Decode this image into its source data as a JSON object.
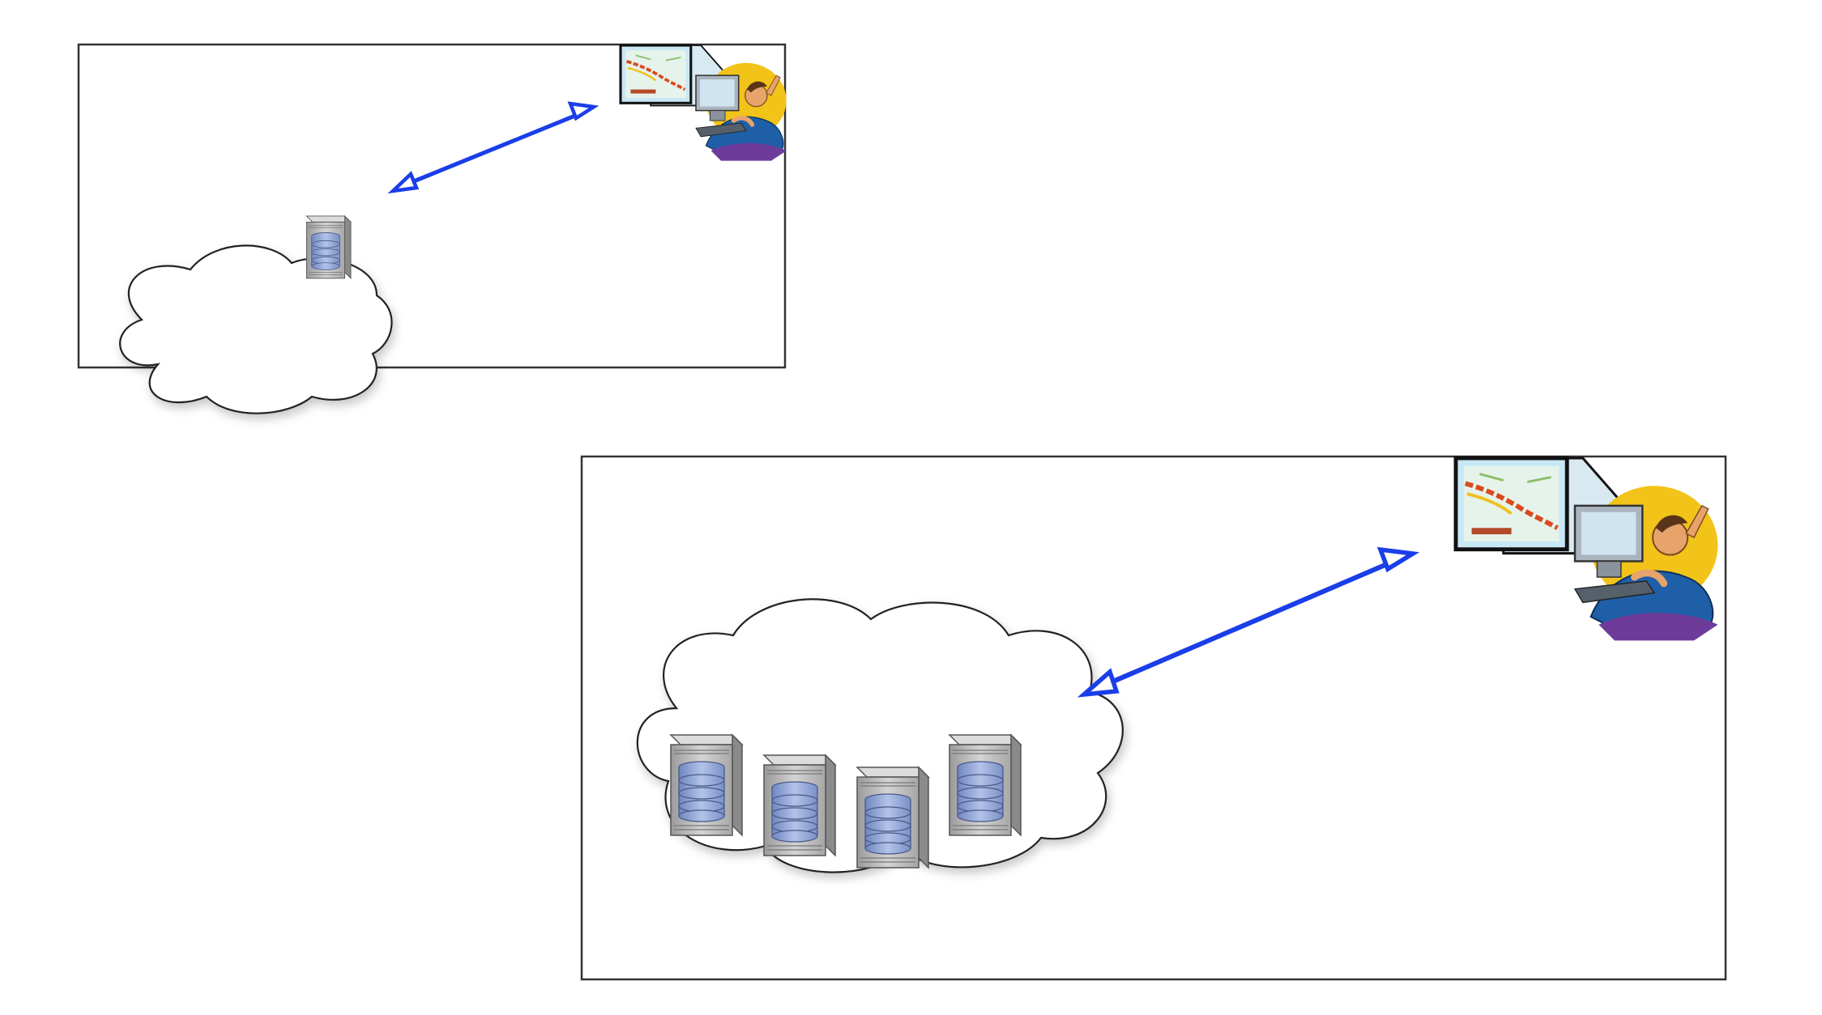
{
  "diagram": {
    "panels": [
      {
        "name": "single-server-panel",
        "server_count": 1
      },
      {
        "name": "server-cluster-panel",
        "server_count": 4
      }
    ],
    "colors": {
      "arrow": "#1a3ee8",
      "frame": "#333333",
      "cloud_outline": "#222222",
      "server_body": "#b8b8b8",
      "disk": "#8fa3d0",
      "monitor_border": "#111111",
      "map_background": "#c9e8f5",
      "map_route": "#d94a1e",
      "person_background": "#f2c318",
      "person_shirt": "#1f5fa8",
      "person_skin": "#e7a36a"
    },
    "icons": [
      "server-icon",
      "user-workstation-icon",
      "map-screen-icon",
      "bidirectional-arrow-icon",
      "cloud-icon"
    ]
  }
}
